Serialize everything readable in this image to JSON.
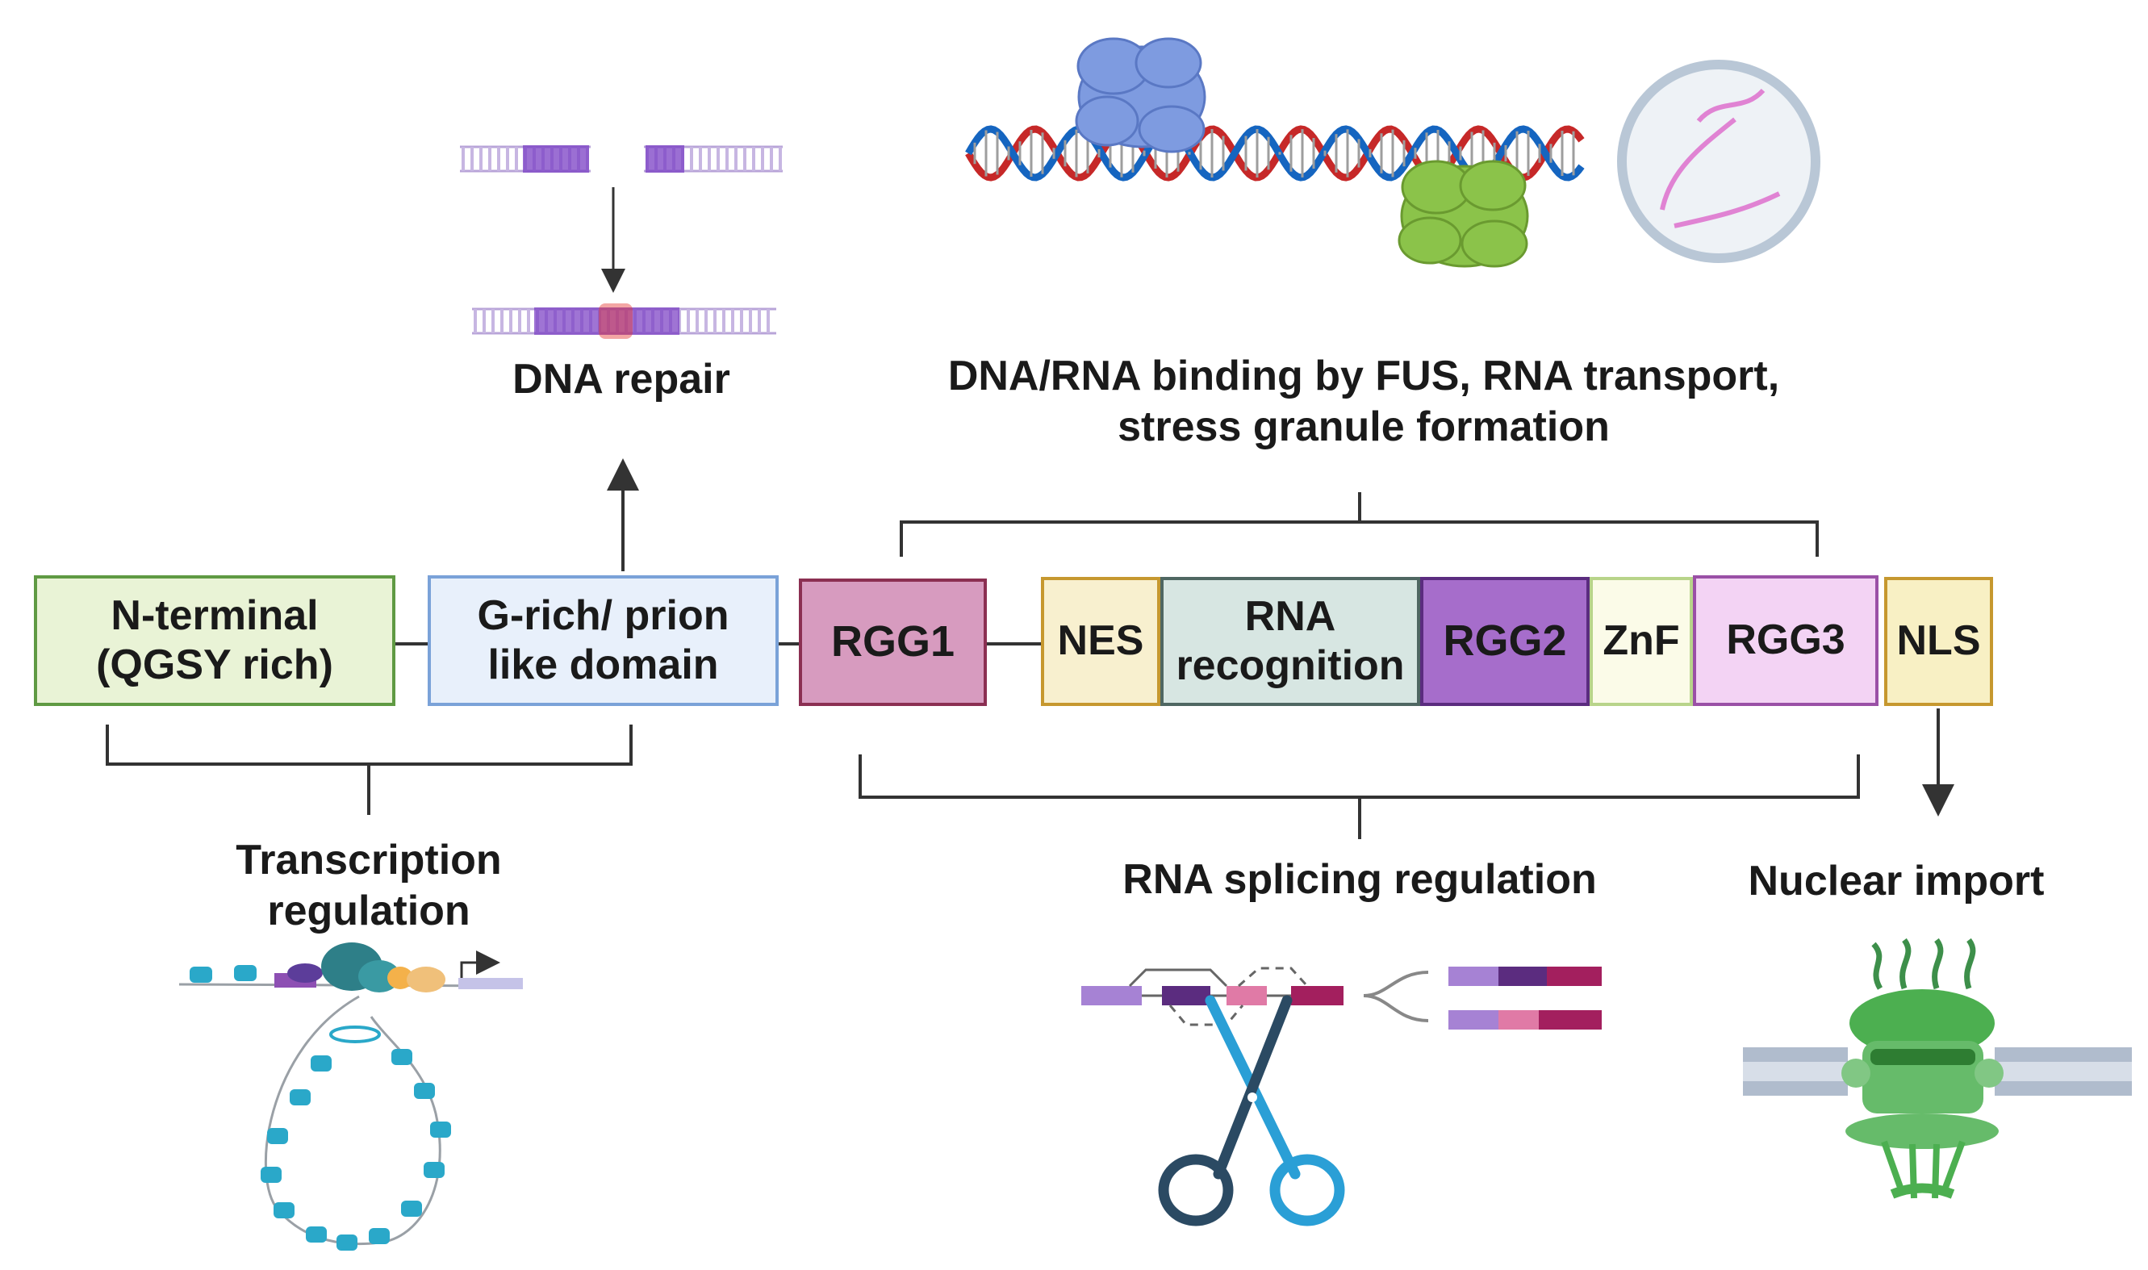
{
  "domains": {
    "n_terminal": {
      "line1": "N-terminal",
      "line2": "(QGSY rich)"
    },
    "g_rich": {
      "line1": "G-rich/ prion",
      "line2": "like domain"
    },
    "rgg1": "RGG1",
    "nes": "NES",
    "rna_recognition": {
      "line1": "RNA",
      "line2": "recognition"
    },
    "rgg2": "RGG2",
    "znf": "ZnF",
    "rgg3": "RGG3",
    "nls": "NLS"
  },
  "functions": {
    "dna_repair": "DNA repair",
    "binding": {
      "line1": "DNA/RNA binding by FUS, RNA transport,",
      "line2": "stress granule formation"
    },
    "transcription": {
      "line1": "Transcription",
      "line2": "regulation"
    },
    "splicing": "RNA splicing regulation",
    "nuclear_import": "Nuclear import"
  },
  "colors": {
    "n_terminal": "#e9f3d6",
    "g_rich": "#e8f0fb",
    "rgg1": "#d79bbf",
    "nes": "#f8f0cf",
    "rna_recognition": "#d7e6e2",
    "rgg2": "#a66dcb",
    "znf": "#fbfbe8",
    "rgg3": "#f3d3f4",
    "nls": "#f8f0c4"
  }
}
